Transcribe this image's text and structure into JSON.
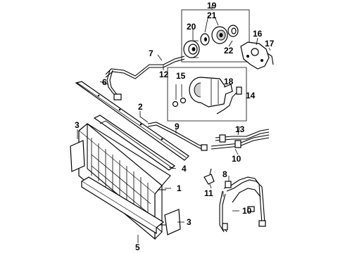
{
  "callouts": [
    {
      "id": "c1",
      "text": "1"
    },
    {
      "id": "c2",
      "text": "2"
    },
    {
      "id": "c3a",
      "text": "3"
    },
    {
      "id": "c3b",
      "text": "3"
    },
    {
      "id": "c4",
      "text": "4"
    },
    {
      "id": "c5",
      "text": "5"
    },
    {
      "id": "c6",
      "text": "6"
    },
    {
      "id": "c7",
      "text": "7"
    },
    {
      "id": "c8",
      "text": "8"
    },
    {
      "id": "c9",
      "text": "9"
    },
    {
      "id": "c10a",
      "text": "10"
    },
    {
      "id": "c10b",
      "text": "10"
    },
    {
      "id": "c11",
      "text": "11"
    },
    {
      "id": "c12",
      "text": "12"
    },
    {
      "id": "c13",
      "text": "13"
    },
    {
      "id": "c14",
      "text": "14"
    },
    {
      "id": "c15",
      "text": "15"
    },
    {
      "id": "c16",
      "text": "16"
    },
    {
      "id": "c17",
      "text": "17"
    },
    {
      "id": "c18",
      "text": "18"
    },
    {
      "id": "c19",
      "text": "19"
    },
    {
      "id": "c20",
      "text": "20"
    },
    {
      "id": "c21",
      "text": "21"
    },
    {
      "id": "c22",
      "text": "22"
    }
  ]
}
